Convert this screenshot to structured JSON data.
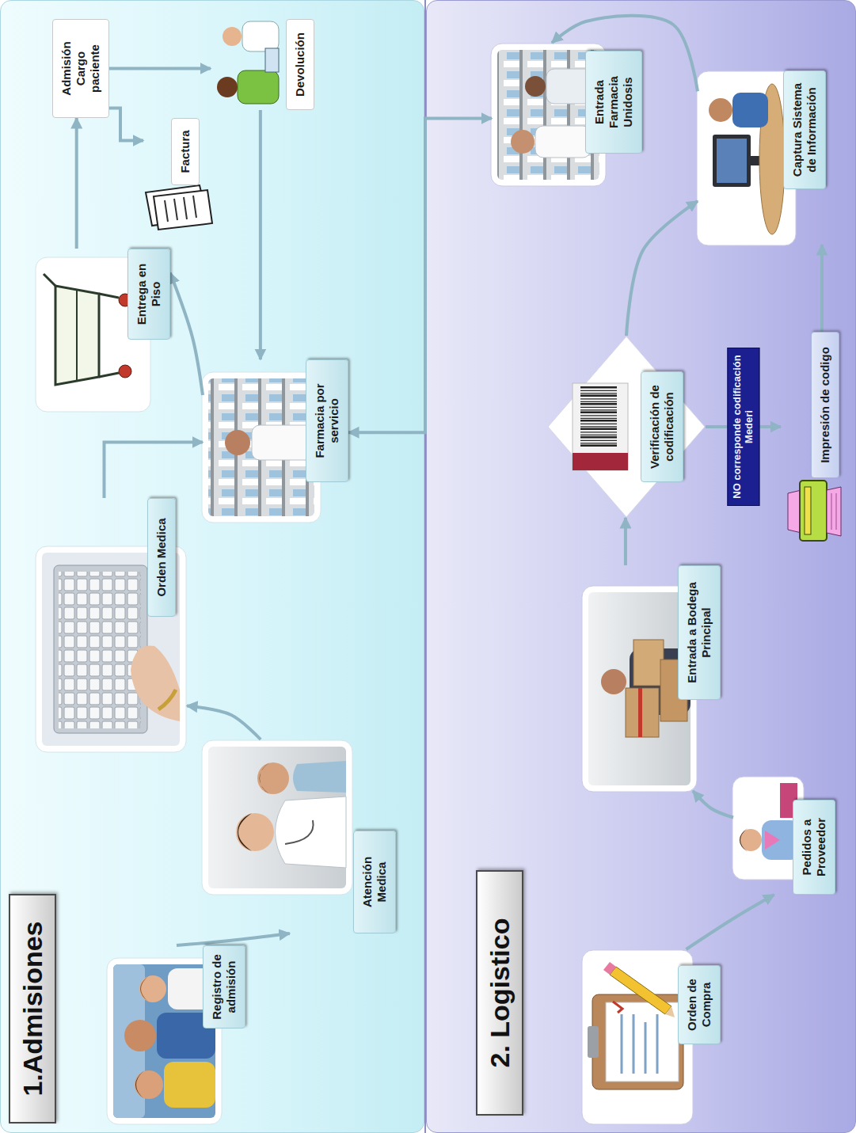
{
  "diagram": {
    "nodes": [
      {
        "text": [
          "1.Admisiones"
        ]
      },
      {
        "text": [
          "Registro de admisión"
        ],
        "in": 0
      },
      {
        "text": [
          "Atención Medica"
        ],
        "in": 0
      },
      {
        "text": [
          "Orden Medica"
        ],
        "in": 0
      },
      {
        "text": [
          "Farmacia por servicio"
        ],
        "in": 0
      },
      {
        "text": [
          "Entrega en Piso"
        ],
        "in": 0
      },
      {
        "text": [
          "Admisión Cargo paciente"
        ],
        "in": 0
      },
      {
        "text": [
          "Factura"
        ],
        "in": 0
      },
      {
        "text": [
          "Devolución"
        ],
        "in": 0
      },
      {
        "text": [
          "2. Logistico"
        ]
      },
      {
        "text": [
          "Orden de Compra"
        ],
        "in": 9
      },
      {
        "text": [
          "Pedidos a Proveedor"
        ],
        "in": 9
      },
      {
        "text": [
          "Entrada a Bodega Principal"
        ],
        "in": 9
      },
      {
        "text": [
          "Verificación de codificación"
        ],
        "in": 9
      },
      {
        "text": [
          "Impresión de codigo"
        ],
        "in": 9
      },
      {
        "text": [
          "Captura Sistema de Información"
        ],
        "in": 9
      },
      {
        "text": [
          "Entrada Farmacia Unidosis"
        ],
        "in": 9
      }
    ],
    "edges": [
      {
        "from": 1,
        "to": 2,
        "arrow": "to"
      },
      {
        "from": 2,
        "to": 3,
        "arrow": "to"
      },
      {
        "from": 3,
        "to": 4,
        "arrow": "to"
      },
      {
        "from": 4,
        "to": 5,
        "arrow": "to"
      },
      {
        "from": 5,
        "to": 6,
        "arrow": "to"
      },
      {
        "from": 6,
        "to": 7,
        "arrow": "to"
      },
      {
        "from": 6,
        "to": 8,
        "arrow": "to"
      },
      {
        "from": 8,
        "to": 4,
        "arrow": "to"
      },
      {
        "from": 4,
        "to": 16,
        "arrow": "both"
      },
      {
        "from": 10,
        "to": 11,
        "arrow": "to"
      },
      {
        "from": 11,
        "to": 12,
        "arrow": "to"
      },
      {
        "from": 12,
        "to": 13,
        "arrow": "to"
      },
      {
        "from": 13,
        "to": 14,
        "label": "NO corresponde codificación Mederi",
        "arrow": "to"
      },
      {
        "from": 14,
        "to": 15,
        "arrow": "to"
      },
      {
        "from": 13,
        "to": 15,
        "arrow": "to"
      },
      {
        "from": 15,
        "to": 16,
        "arrow": "to"
      }
    ]
  }
}
